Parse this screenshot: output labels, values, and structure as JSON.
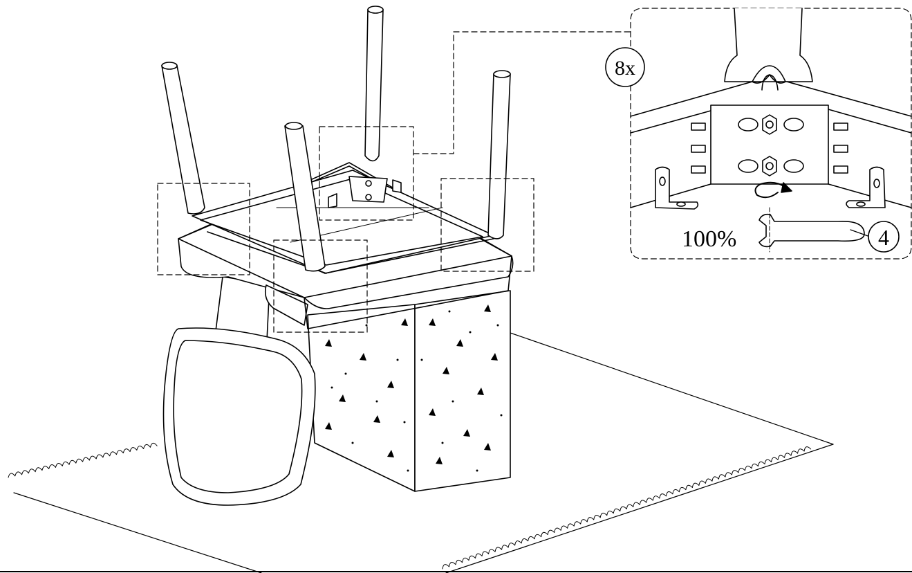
{
  "instruction_step": {
    "quantity_label": "8x",
    "torque_label": "100%",
    "tool_size_label": "4"
  },
  "colors": {
    "line": "#000000",
    "background": "#ffffff"
  },
  "icons": [
    "wrench-icon",
    "rotate-arrow-icon"
  ]
}
